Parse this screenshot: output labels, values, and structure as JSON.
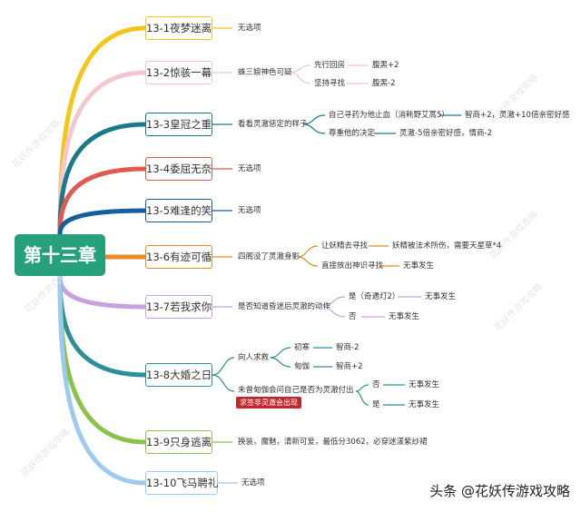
{
  "root": {
    "label": "第十三章",
    "color": "#26a17b"
  },
  "chapters": [
    {
      "label": "13-1夜梦迷离",
      "color": "#f5c518"
    },
    {
      "label": "13-2惊骇一幕",
      "color": "#f7c6cc"
    },
    {
      "label": "13-3皇冠之重",
      "color": "#1b7a8a"
    },
    {
      "label": "13-4委屈无奈",
      "color": "#e05a4f"
    },
    {
      "label": "13-5难逢的笑",
      "color": "#155fa0"
    },
    {
      "label": "13-6有迹可循",
      "color": "#e8892a"
    },
    {
      "label": "13-7若我求你",
      "color": "#c9a0e0"
    },
    {
      "label": "13-8大婚之日",
      "color": "#2a9199"
    },
    {
      "label": "13-9只身逃离",
      "color": "#8bc34a"
    },
    {
      "label": "13-10飞马聘礼",
      "color": "#9ccaf0"
    }
  ],
  "details": {
    "c1": "无选项",
    "c2_desc": "蛛三娘神色可疑",
    "c2_opt1": "先行回房",
    "c2_res1": "腹黑+2",
    "c2_opt2": "坚持寻找",
    "c2_res2": "腹黑-2",
    "c3_desc": "看看灵澈惩定的样子",
    "c3_opt1": "自己寻药为他止血（消耗野艾蒿5）",
    "c3_res1": "智商+2，灵澈+10倍亲密好感",
    "c3_opt2": "尊重他的决定",
    "c3_res2": "灵澈-5倍亲密好感，情商-2",
    "c4": "无选项",
    "c5": "无选项",
    "c6_desc": "四阁没了灵澈身影",
    "c6_opt1": "让妖精去寻找",
    "c6_res1": "妖精被法术所伤，需要天星草*4",
    "c6_opt2": "直接放出神识寻找",
    "c6_res2": "无事发生",
    "c7_desc": "是否知道昏迷后灵澈的动作",
    "c7_opt1": "是（奇遇灯2）",
    "c7_res1": "无事发生",
    "c7_opt2": "否",
    "c7_res2": "无事发生",
    "c8_desc1": "向人求救",
    "c8_opt1": "初寒",
    "c8_res1": "智商-2",
    "c8_opt2": "甸伽",
    "c8_res2": "智商+2",
    "c8_desc2": "未曾甸伽会问自己是否为灵澈付出",
    "c8_tag": "求签非灵澈会出现",
    "c8_opt3": "否",
    "c8_res3": "无事发生",
    "c8_opt4": "是",
    "c8_res4": "无事发生",
    "c9": "换装，魔魅，清新可爱，最低分3062，必穿迷漾紫纱裙",
    "c10": "无选项"
  },
  "watermark": "花妖传游戏攻略",
  "footer": "头条 @花妖传游戏攻略"
}
